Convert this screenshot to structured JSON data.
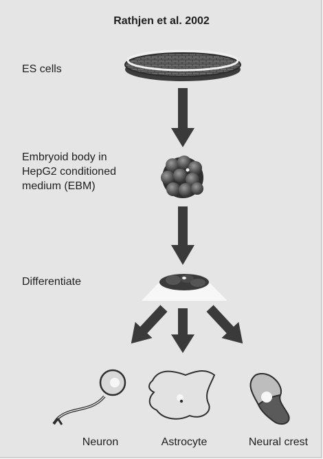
{
  "figure": {
    "title": "Rathjen et al. 2002",
    "steps": [
      {
        "label": "ES cells"
      },
      {
        "label": "Embryoid body in\nHepG2 conditioned\nmedium  (EBM)"
      },
      {
        "label": "Differentiate"
      }
    ],
    "outcomes": [
      {
        "label": "Neuron"
      },
      {
        "label": "Astrocyte"
      },
      {
        "label": "Neural crest"
      }
    ]
  },
  "colors": {
    "background": "#e5e5e5",
    "arrow": "#3a3a3a",
    "cells": "#4a4a4a",
    "text": "#1e1e1e"
  }
}
